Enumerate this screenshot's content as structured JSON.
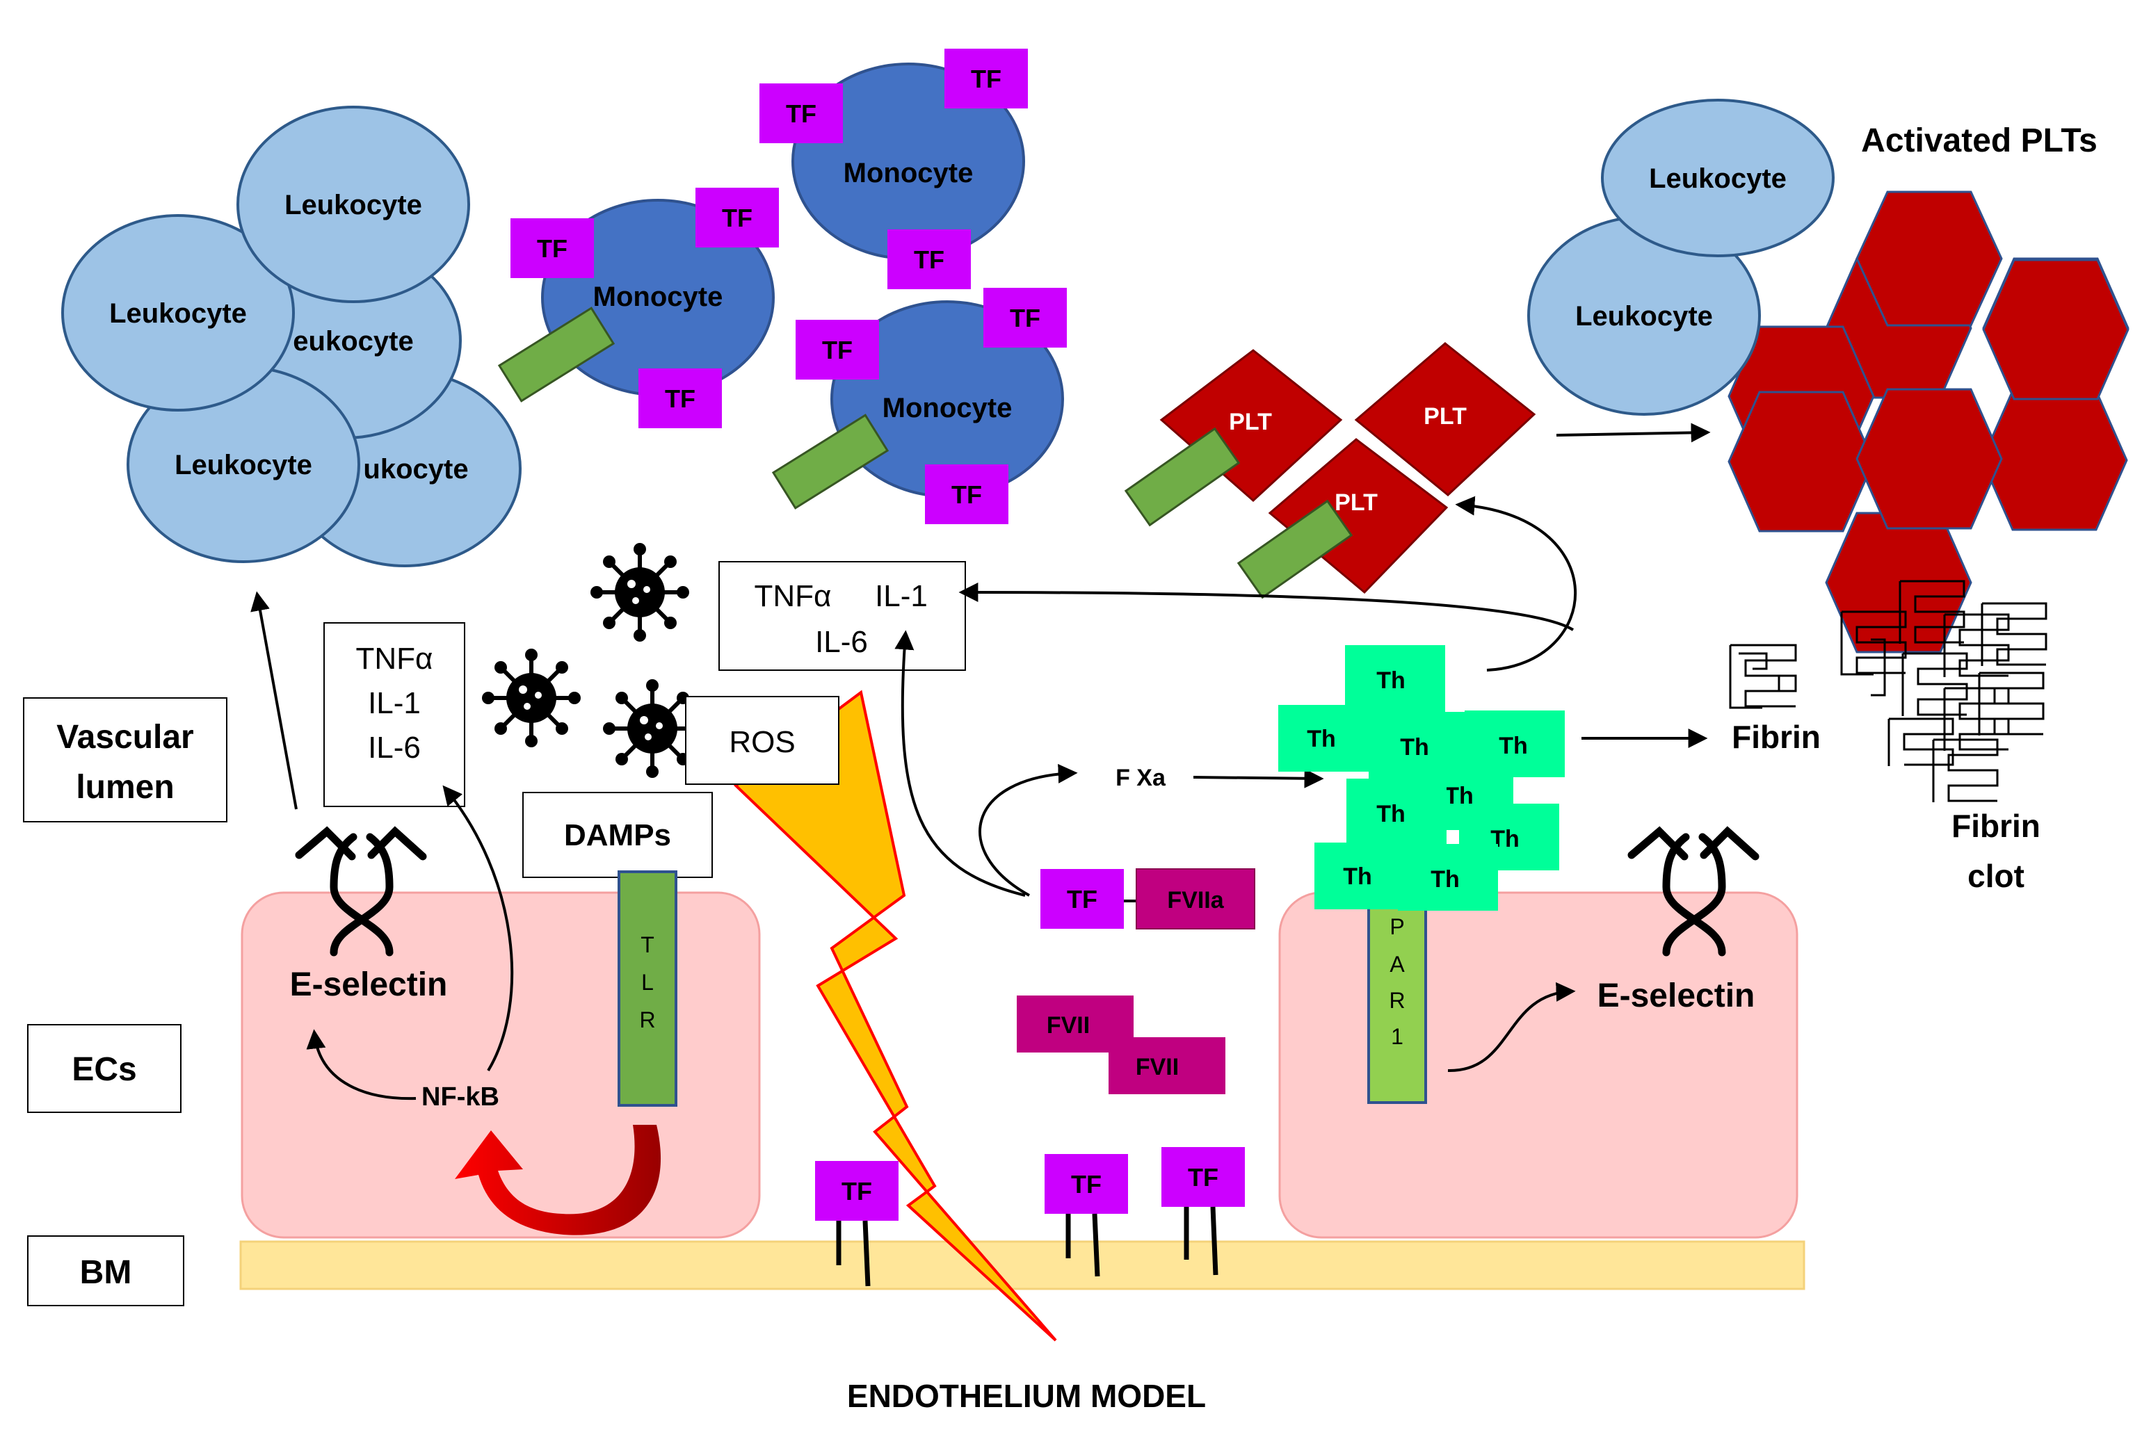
{
  "title": "ENDOTHELIUM MODEL",
  "sideLabels": {
    "vascular_line1": "Vascular",
    "vascular_line2": "lumen",
    "ecs": "ECs",
    "bm": "BM"
  },
  "cells": {
    "leukocyte": "Leukocyte",
    "leukocyte_partial_a": "eukocyte",
    "leukocyte_partial_b": "ukocyte",
    "monocyte": "Monocyte",
    "plt": "PLT",
    "activated_plts": "Activated PLTs"
  },
  "molecules": {
    "tf": "TF",
    "th": "Th",
    "fviia": "FVIIa",
    "fvii": "FVII",
    "fxa": "F Xa",
    "tnfa": "TNFα",
    "il1": "IL-1",
    "il6": "IL-6",
    "ros": "ROS",
    "damps": "DAMPs",
    "tlr": [
      "T",
      "L",
      "R"
    ],
    "par1": [
      "P",
      "A",
      "R",
      "1"
    ],
    "nfkb": "NF-kB",
    "eselectin": "E-selectin",
    "fibrin": "Fibrin",
    "fibrin_clot_line1": "Fibrin",
    "fibrin_clot_line2": "clot"
  },
  "colors": {
    "leukocyte": "#9dc3e6",
    "monocyte": "#4472c4",
    "tf": "#cc00ff",
    "fvii": "#c00080",
    "plt": "#c00000",
    "thrombin": "#00ff99",
    "receptor": "#70ad47",
    "par1": "#92d050",
    "endothelial_cell": "#ffcccc",
    "basement_membrane": "#ffe699",
    "lightning": "#ffc000",
    "lightning_edge": "#ff0000",
    "nfkb_arrow": "#ff0000"
  }
}
